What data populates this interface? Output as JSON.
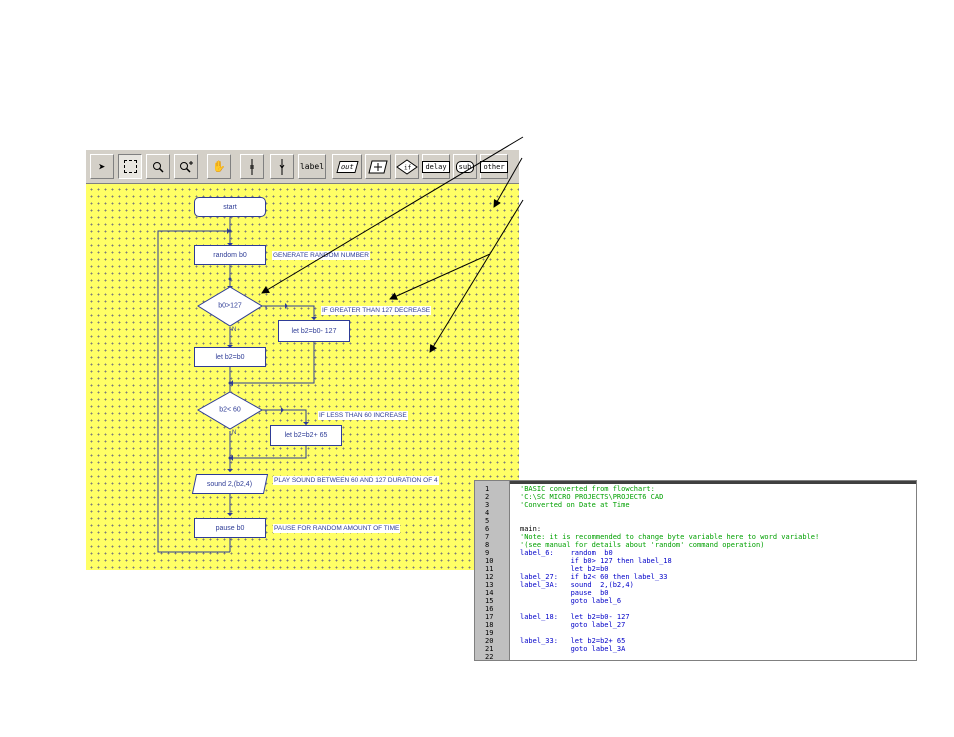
{
  "toolbar": {
    "tools": [
      {
        "name": "pointer-icon",
        "glyph": "↖"
      },
      {
        "name": "select-icon",
        "glyph": "⬚"
      },
      {
        "name": "zoom-icon",
        "glyph": "🔍"
      },
      {
        "name": "zoom-fit-icon",
        "glyph": "⊕"
      },
      {
        "name": "pan-hand-icon",
        "glyph": "✋"
      },
      {
        "name": "wire-icon",
        "glyph": "│"
      },
      {
        "name": "wire-node-icon",
        "glyph": "┼"
      }
    ],
    "label_btn": "label",
    "out_btn": "out",
    "in_btn": "in",
    "if_btn": "if",
    "delay_btn": "delay",
    "sub_btn": "sub",
    "other_btn": "other"
  },
  "flowchart": {
    "start": "start",
    "random": "random  b0",
    "cond1": "b0>127",
    "sub": "let b2=b0- 127",
    "let1": "let b2=b0",
    "cond2": "b2< 60",
    "add": "let b2=b2+ 65",
    "sound": "sound  2,(b2,4)",
    "pause": "pause  b0",
    "yes": "Y",
    "no": "N",
    "notes": {
      "random": "GENERATE RANDOM NUMBER",
      "cond1": "IF GREATER THAN 127 DECREASE",
      "cond2": "IF LESS THAN 60 INCREASE",
      "sound": "PLAY SOUND BETWEEN 60 AND 127  DURATION OF 4",
      "pause": "PAUSE FOR RANDOM AMOUNT OF TIME"
    }
  },
  "code": {
    "line_numbers": [
      "1",
      "2",
      "3",
      "4",
      "5",
      "6",
      "7",
      "8",
      "9",
      "10",
      "11",
      "12",
      "13",
      "14",
      "15",
      "16",
      "17",
      "18",
      "19",
      "20",
      "21",
      "22"
    ],
    "lines": [
      {
        "t": "'BASIC converted from flowchart:",
        "c": "c-g"
      },
      {
        "t": "'C:\\SC MICRO PROJECTS\\PROJECT6 CAD",
        "c": "c-g"
      },
      {
        "t": "'Converted on Date at Time",
        "c": "c-g"
      },
      {
        "t": "",
        "c": "c-k"
      },
      {
        "t": "",
        "c": "c-k"
      },
      {
        "t": "main:",
        "c": "c-k"
      },
      {
        "t": "'Note: it is recommended to change byte variable here to word variable!",
        "c": "c-g"
      },
      {
        "t": "'(see manual for details about 'random' command operation)",
        "c": "c-g"
      },
      {
        "t": "label_6:    random  b0",
        "c": "c-b"
      },
      {
        "t": "            if b0> 127 then label_18",
        "c": "c-b"
      },
      {
        "t": "            let b2=b0",
        "c": "c-b"
      },
      {
        "t": "label_27:   if b2< 60 then label_33",
        "c": "c-b"
      },
      {
        "t": "label_3A:   sound  2,(b2,4)",
        "c": "c-b"
      },
      {
        "t": "            pause  b0",
        "c": "c-b"
      },
      {
        "t": "            goto label_6",
        "c": "c-b"
      },
      {
        "t": "",
        "c": "c-k"
      },
      {
        "t": "label_18:   let b2=b0- 127",
        "c": "c-b"
      },
      {
        "t": "            goto label_27",
        "c": "c-b"
      },
      {
        "t": "",
        "c": "c-k"
      },
      {
        "t": "label_33:   let b2=b2+ 65",
        "c": "c-b"
      },
      {
        "t": "            goto label_3A",
        "c": "c-b"
      },
      {
        "t": "",
        "c": "c-k"
      }
    ]
  }
}
